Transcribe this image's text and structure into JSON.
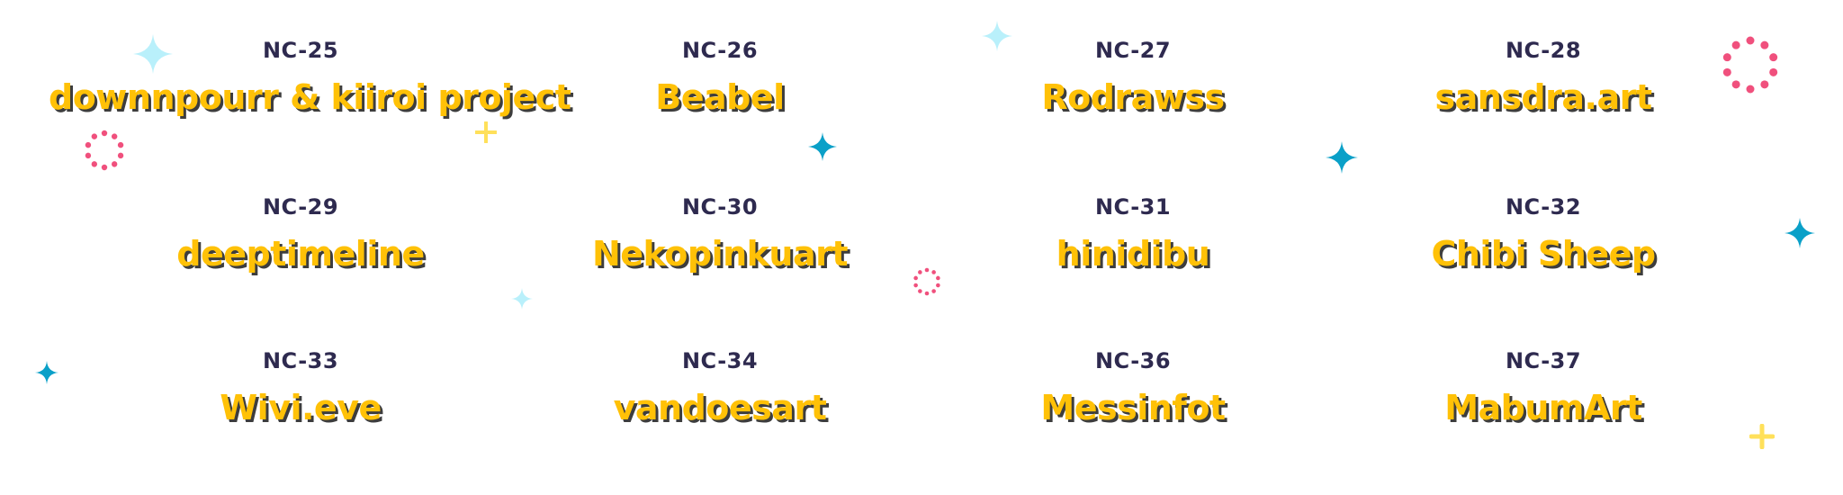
{
  "entries": [
    {
      "code": "NC-25",
      "name": "downnpourr & kiiroi project"
    },
    {
      "code": "NC-26",
      "name": "Beabel"
    },
    {
      "code": "NC-27",
      "name": "Rodrawss"
    },
    {
      "code": "NC-28",
      "name": "sansdra.art"
    },
    {
      "code": "NC-29",
      "name": "deeptimeline"
    },
    {
      "code": "NC-30",
      "name": "Nekopinkuart"
    },
    {
      "code": "NC-31",
      "name": "hinidibu"
    },
    {
      "code": "NC-32",
      "name": "Chibi Sheep"
    },
    {
      "code": "NC-33",
      "name": "Wivi.eve"
    },
    {
      "code": "NC-34",
      "name": "vandoesart"
    },
    {
      "code": "NC-36",
      "name": "Messinfot"
    },
    {
      "code": "NC-37",
      "name": "MabumArt"
    }
  ],
  "colors": {
    "code": "#2e2a4f",
    "name": "#ffc107",
    "shadow": "#3d3d3d",
    "light_blue": "#b9f0fb",
    "blue": "#0aa0c8",
    "pink": "#f0507d",
    "yellow": "#ffe05a"
  }
}
